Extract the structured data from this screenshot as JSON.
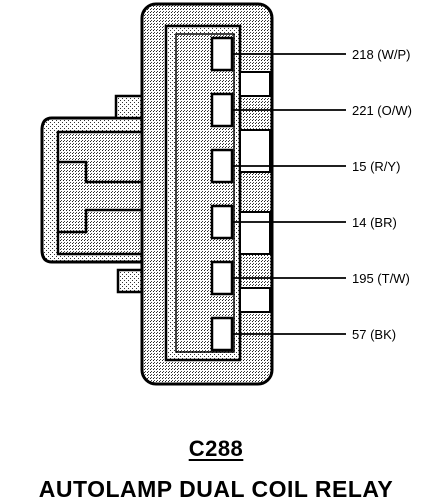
{
  "connector": {
    "id": "C288",
    "name": "AUTOLAMP DUAL COIL RELAY"
  },
  "pins": [
    {
      "label": "218 (W/P)"
    },
    {
      "label": "221 (O/W)"
    },
    {
      "label": "15 (R/Y)"
    },
    {
      "label": "14 (BR)"
    },
    {
      "label": "195 (T/W)"
    },
    {
      "label": "57 (BK)"
    }
  ]
}
